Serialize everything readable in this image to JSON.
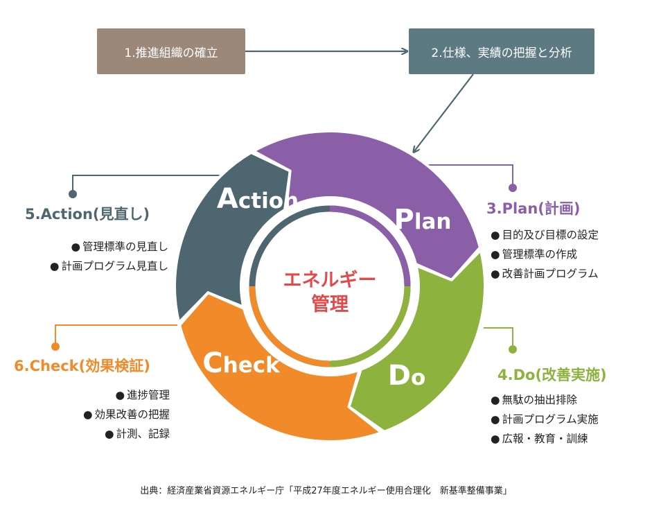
{
  "flow_boxes": {
    "step1": "1.推進組織の確立",
    "step2": "2.仕様、実績の把握と分析"
  },
  "cycle": {
    "center_line1": "エネルギー",
    "center_line2": "管理",
    "action": {
      "initial": "A",
      "rest": "ction"
    },
    "plan": {
      "initial": "P",
      "rest": "lan"
    },
    "do": {
      "initial": "D",
      "rest": "o"
    },
    "check": {
      "initial": "C",
      "rest": "heck"
    }
  },
  "groups": {
    "action": {
      "title": "5.Action(見直し)",
      "items": [
        "管理標準の見直し",
        "計画プログラム見直し"
      ]
    },
    "plan": {
      "title": "3.Plan(計画)",
      "items": [
        "目的及び目標の設定",
        "管理標準の作成",
        "改善計画プログラム"
      ]
    },
    "do": {
      "title": "4.Do(改善実施)",
      "items": [
        "無駄の抽出排除",
        "計画プログラム実施",
        "広報・教育・訓練"
      ]
    },
    "check": {
      "title": "6.Check(効果検証)",
      "items": [
        "進捗管理",
        "効果改善の把握",
        "計測、記録"
      ]
    }
  },
  "source": "出典：経済産業省資源エネルギー庁「平成27年度エネルギー使用合理化　新基準整備事業」",
  "colors": {
    "action": "#4e6670",
    "plan": "#8a5fa8",
    "do": "#8db23e",
    "check": "#f18a28",
    "box1": "#9b8878",
    "box2": "#5d7a82",
    "center_text": "#e04a4a"
  }
}
